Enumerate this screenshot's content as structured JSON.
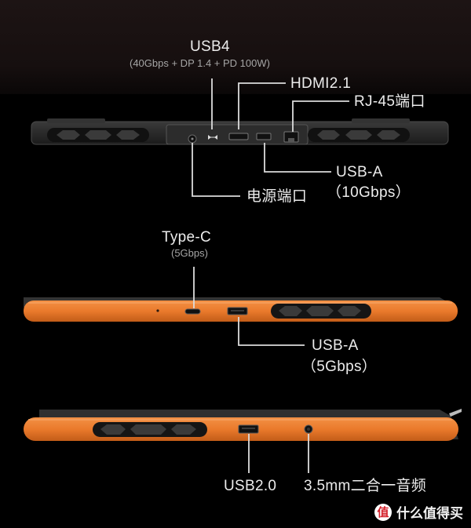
{
  "rear_view": {
    "usb4_label": "USB4",
    "usb4_detail": "(40Gbps + DP 1.4 + PD 100W)",
    "hdmi_label": "HDMI2.1",
    "rj45_label": "RJ-45端口",
    "usba_label": "USB-A",
    "usba_detail": "（10Gbps）",
    "power_label": "电源端口"
  },
  "left_view": {
    "typec_label": "Type-C",
    "typec_detail": "(5Gbps)",
    "usba_label": "USB-A",
    "usba_detail": "（5Gbps）"
  },
  "right_view": {
    "usb2_label": "USB2.0",
    "audio_label": "3.5mm二合一音频"
  },
  "watermark": {
    "badge": "值",
    "text": "什么值得买"
  },
  "colors": {
    "chassis_dark": "#2a2a2a",
    "chassis_orange": "#ec7d30",
    "callout_line": "#dcdcdc"
  }
}
